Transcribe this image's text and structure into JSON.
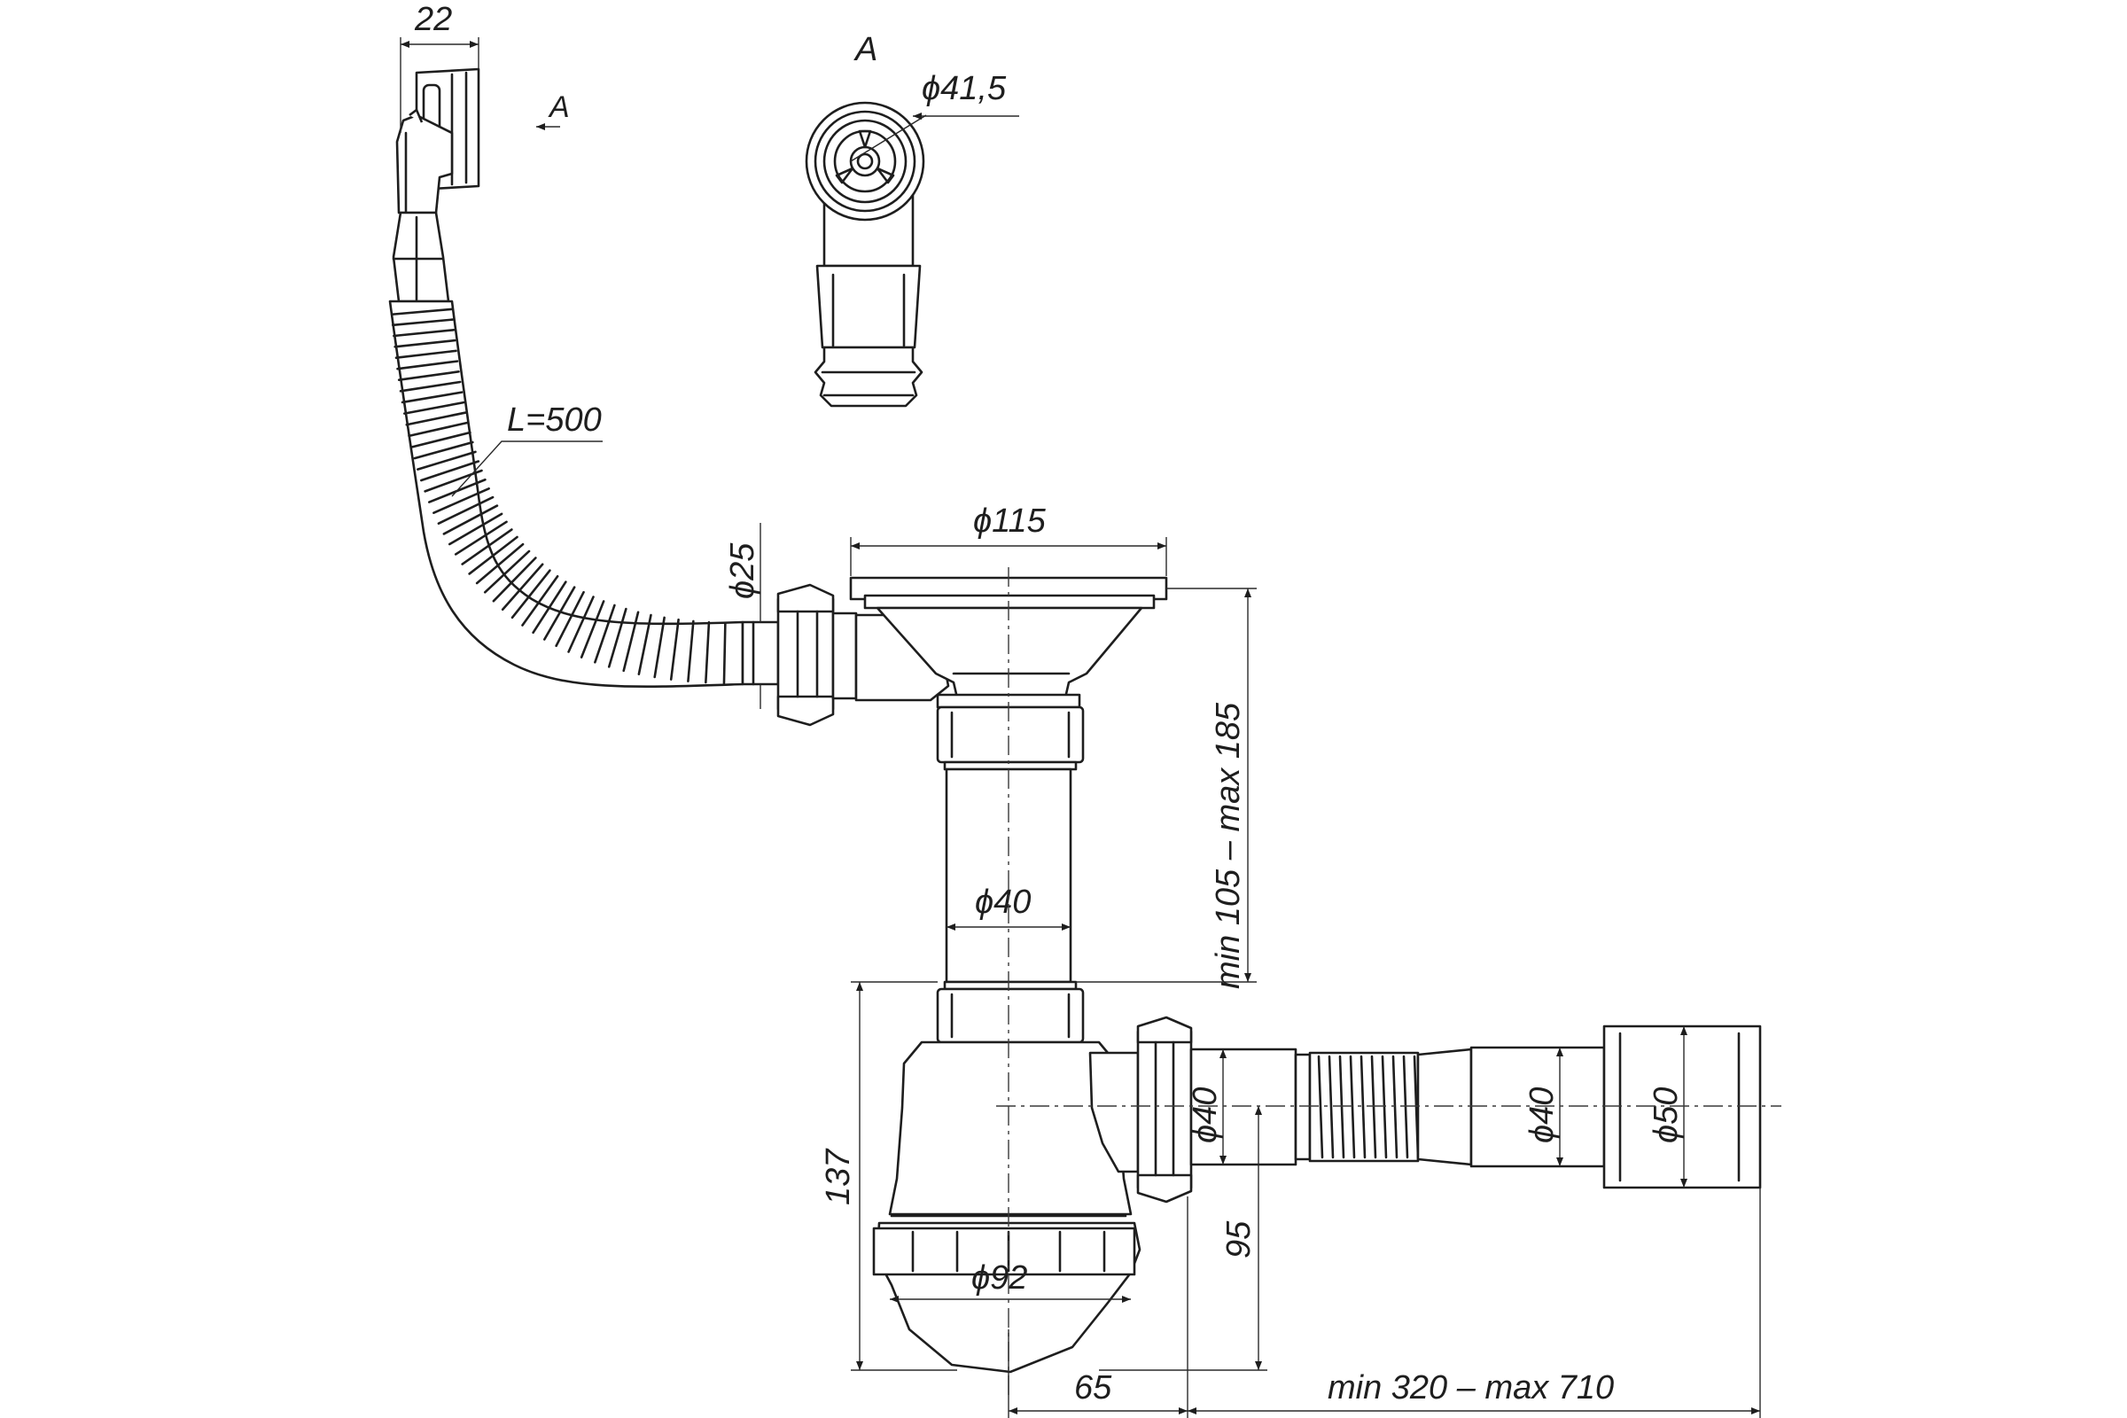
{
  "view_labels": {
    "section_mark": "A",
    "view_title": "A"
  },
  "dimensions": {
    "overflow_face_width": "22",
    "overflow_diameter": "ϕ41,5",
    "overflow_hose_length": "L=500",
    "overflow_hose_diameter": "ϕ25",
    "strainer_diameter": "ϕ115",
    "pipe_diameter": "ϕ40",
    "height_range": "min 105 – max 185",
    "trap_height": "137",
    "outlet_diameter": "ϕ40",
    "outlet_height": "95",
    "bottle_diameter": "ϕ92",
    "hose_inlet_diameter": "ϕ40",
    "hose_end_diameter": "ϕ50",
    "outlet_offset": "65",
    "hose_length_range": "min 320 – max 710"
  }
}
